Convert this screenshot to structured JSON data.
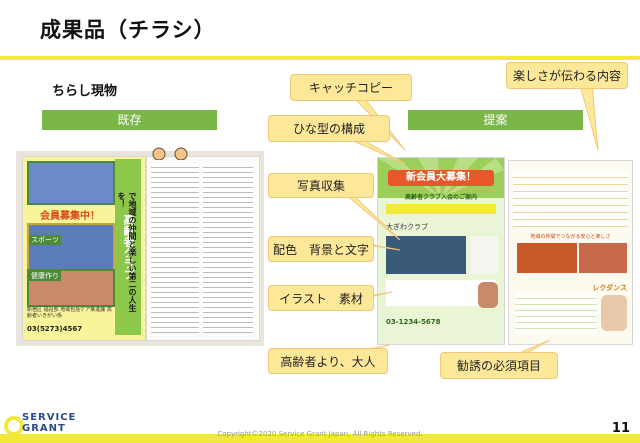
{
  "slide": {
    "title": "成果品（チラシ）",
    "subtitle": "ちらし現物",
    "existing_label": "既存",
    "proposal_label": "提案",
    "page_number": "11",
    "copyright": "Copyright©2020 Service Grant Japan, All Rights Reserved."
  },
  "callouts": {
    "catchcopy": "キャッチコピー",
    "template": "ひな型の構成",
    "fun": "楽しさが伝わる内容",
    "photo": "写真収集",
    "color": "配色　背景と文字",
    "illust": "イラスト　素材",
    "elder": "高齢者より、大人",
    "required": "勧誘の必須項目"
  },
  "existing_flyer": {
    "title_vertical": "高齢者クラブ",
    "recruit": "会員募集中！",
    "side_text": "で地域の仲間と楽しい第二の人生を！",
    "sections": [
      "スポーツ",
      "健康作り"
    ],
    "contact": "新宿区 福祉部 地域包括ケア推進課 高齢者いきがい係",
    "phone": "03(5273)4567"
  },
  "proposed_front": {
    "banner": "新会員大募集！",
    "subhead": "高齢者クラブ入会のご案内",
    "club": "大ぎわクラブ",
    "phone": "03-1234-5678"
  },
  "proposed_back": {
    "section_title": "レクダンス",
    "subhead": "地域の仲間でつながる安心と楽しさ"
  },
  "logo": {
    "line1": "SERVICE",
    "line2": "GRANT"
  }
}
